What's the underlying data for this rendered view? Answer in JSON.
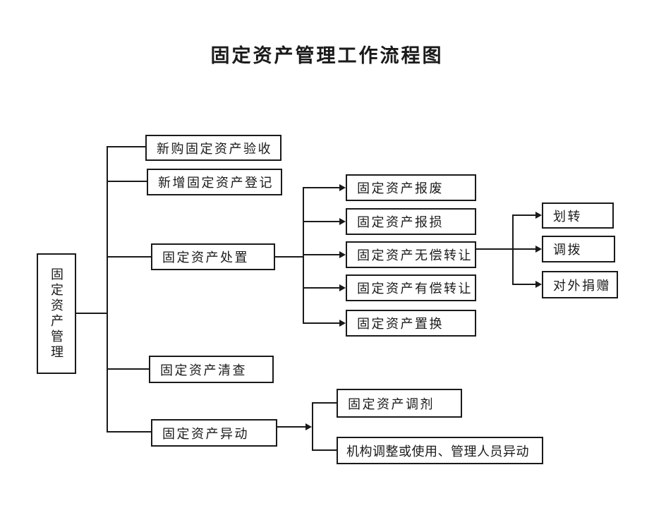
{
  "page": {
    "background": "#ffffff",
    "line_color": "#1a1a1a",
    "title": "固定资产管理工作流程图"
  },
  "root": {
    "label": "固定资产管理"
  },
  "level1": [
    {
      "label": "新购固定资产验收"
    },
    {
      "label": "新增固定资产登记"
    },
    {
      "label": "固定资产处置"
    },
    {
      "label": "固定资产清查"
    },
    {
      "label": "固定资产异动"
    }
  ],
  "disposal_children": [
    {
      "label": "固定资产报废"
    },
    {
      "label": "固定资产报损"
    },
    {
      "label": "固定资产无偿转让"
    },
    {
      "label": "固定资产有偿转让"
    },
    {
      "label": "固定资产置换"
    }
  ],
  "free_transfer_children": [
    {
      "label": "划转"
    },
    {
      "label": "调拨"
    },
    {
      "label": "对外捐赠"
    }
  ],
  "change_children": [
    {
      "label": "固定资产调剂"
    },
    {
      "label": "机构调整或使用、管理人员异动"
    }
  ]
}
